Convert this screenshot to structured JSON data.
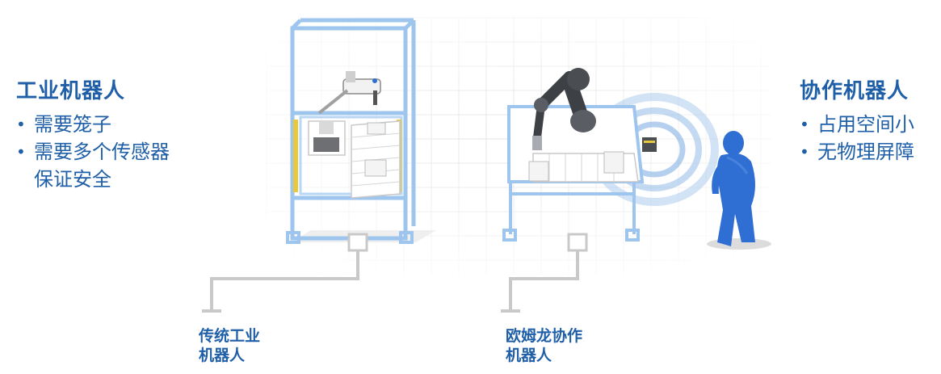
{
  "industrial": {
    "title": "工业机器人",
    "bullets": [
      "需要笼子",
      "需要多个传感器",
      "保证安全"
    ]
  },
  "collaborative": {
    "title": "协作机器人",
    "bullets": [
      "占用空间小",
      "无物理屏障"
    ]
  },
  "captions": {
    "traditional_line1": "传统工业",
    "traditional_line2": "机器人",
    "omron_line1": "欧姆龙协作",
    "omron_line2": "机器人"
  },
  "colors": {
    "text_blue": "#1f5fa8",
    "frame_blue": "#9ec5ee",
    "grid": "#e6e6e6",
    "robot_gray": "#4a4d52",
    "human_blue": "#2f6fd3",
    "safety_yellow": "#e7c93b",
    "connector_gray": "#c9c9c9"
  },
  "icons": [
    "traditional-robot-cell-icon",
    "collaborative-robot-icon",
    "human-operator-icon",
    "safety-scanner-icon"
  ]
}
